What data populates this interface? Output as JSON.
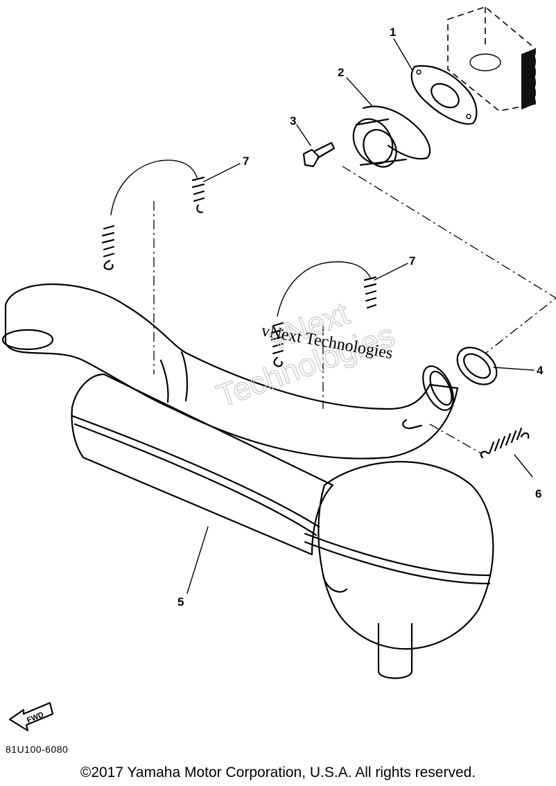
{
  "diagram": {
    "callouts": [
      "1",
      "2",
      "3",
      "4",
      "5",
      "6",
      "7",
      "7"
    ],
    "watermark_line1": "vNext Technologies",
    "watermark_line2a": "vNext",
    "watermark_line2b": "Technologies",
    "fwd_label": "FWD",
    "part_code": "81U100-6080"
  },
  "footer": {
    "copyright": "©2017 Yamaha Motor Corporation, U.S.A. All rights reserved."
  }
}
